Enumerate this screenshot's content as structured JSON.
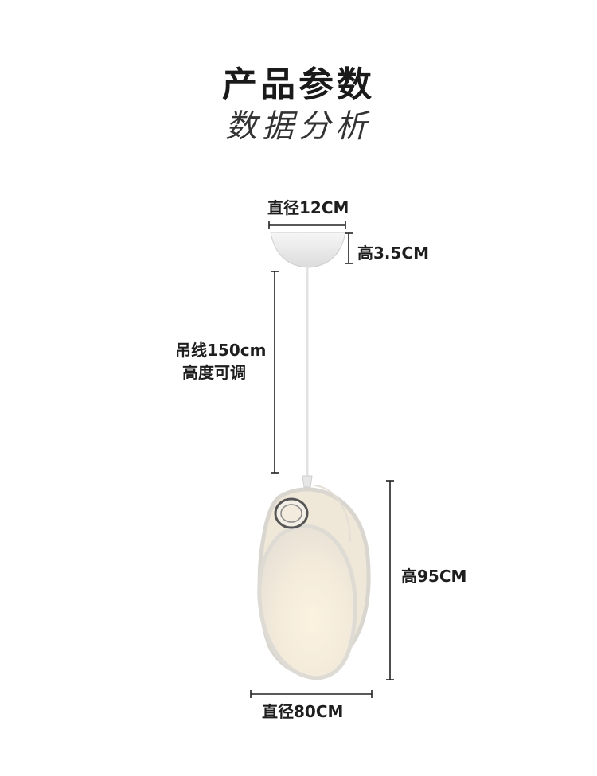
{
  "header": {
    "title": "产品参数",
    "subtitle": "数据分析"
  },
  "dimensions": {
    "canopy_diameter": "直径12CM",
    "canopy_height": "高3.5CM",
    "cable_length": "吊线150cm",
    "cable_adjustable": "高度可调",
    "shade_height": "高95CM",
    "shade_diameter": "直径80CM"
  },
  "colors": {
    "line": "#222222",
    "shade": "#f6efe3",
    "shade_edge": "#d8d4cc",
    "canopy": "#eeeeee"
  }
}
